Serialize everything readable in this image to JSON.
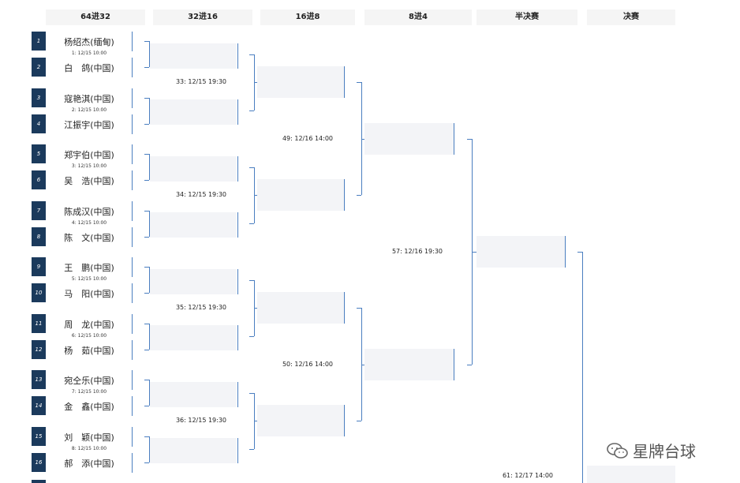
{
  "headers": [
    "64进32",
    "32进16",
    "16进8",
    "8进4",
    "半决赛",
    "决赛"
  ],
  "players": [
    {
      "seed": "1",
      "name": "杨绍杰(缅甸)"
    },
    {
      "seed": "2",
      "name": "白　鸽(中国)"
    },
    {
      "seed": "3",
      "name": "寇艳淇(中国)"
    },
    {
      "seed": "4",
      "name": "江振宇(中国)"
    },
    {
      "seed": "5",
      "name": "郑宇伯(中国)"
    },
    {
      "seed": "6",
      "name": "吴　浩(中国)"
    },
    {
      "seed": "7",
      "name": "陈成汉(中国)"
    },
    {
      "seed": "8",
      "name": "陈　文(中国)"
    },
    {
      "seed": "9",
      "name": "王　鹏(中国)"
    },
    {
      "seed": "10",
      "name": "马　阳(中国)"
    },
    {
      "seed": "11",
      "name": "周　龙(中国)"
    },
    {
      "seed": "12",
      "name": "杨　茹(中国)"
    },
    {
      "seed": "13",
      "name": "宛仝乐(中国)"
    },
    {
      "seed": "14",
      "name": "金　鑫(中国)"
    },
    {
      "seed": "15",
      "name": "刘　颖(中国)"
    },
    {
      "seed": "16",
      "name": "郝　添(中国)"
    }
  ],
  "r64_times": [
    "1: 12/15 10:00",
    "2: 12/15 10:00",
    "3: 12/15 10:00",
    "4: 12/15 10:00",
    "5: 12/15 10:00",
    "6: 12/15 10:00",
    "7: 12/15 10:00",
    "8: 12/15 10:00"
  ],
  "r32_matches": [
    "33: 12/15 19:30",
    "34: 12/15 19:30",
    "35: 12/15 19:30",
    "36: 12/15 19:30"
  ],
  "r16_matches": [
    "49: 12/16 14:00",
    "50: 12/16 14:00"
  ],
  "qf_matches": [
    "57: 12/16 19:30"
  ],
  "sf_matches": [
    "61: 12/17 14:00"
  ],
  "watermark": "星牌台球",
  "colors": {
    "seed_bg": "#1b3a5c",
    "line": "#4a7ec0",
    "slot_bg": "#f3f4f7"
  }
}
